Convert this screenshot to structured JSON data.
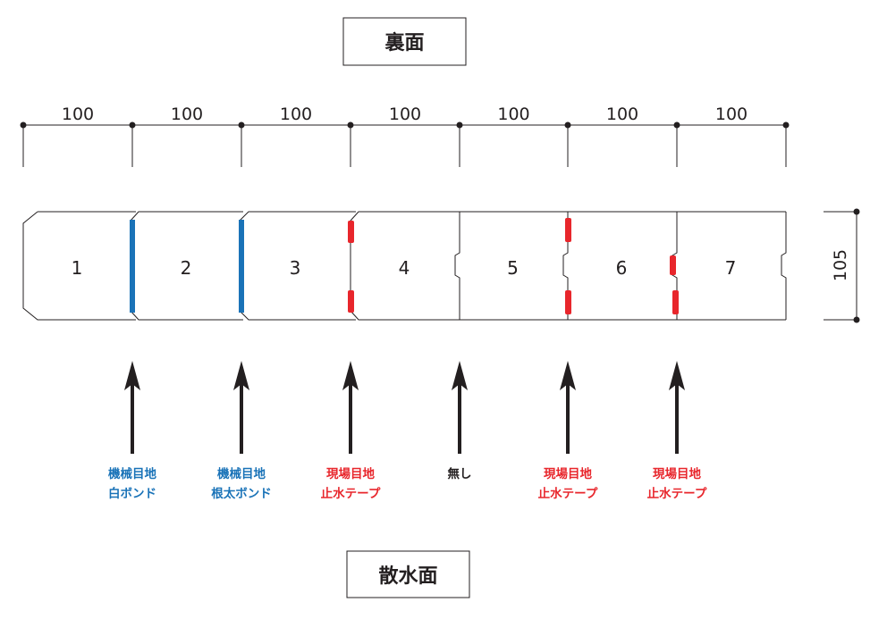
{
  "top_label": "裏面",
  "bottom_label": "散水面",
  "dimensions": [
    "100",
    "100",
    "100",
    "100",
    "100",
    "100",
    "100"
  ],
  "thickness": "105",
  "panels": [
    "1",
    "2",
    "3",
    "4",
    "5",
    "6",
    "7"
  ],
  "joints": [
    {
      "line1": "機械目地",
      "line2": "白ボンド",
      "color": "#1a73b8",
      "type": "bond"
    },
    {
      "line1": "機械目地",
      "line2": "根太ボンド",
      "color": "#1a73b8",
      "type": "bond"
    },
    {
      "line1": "現場目地",
      "line2": "止水テープ",
      "color": "#e8262c",
      "type": "tape"
    },
    {
      "line1": "無し",
      "line2": "",
      "color": "#231f20",
      "type": "none"
    },
    {
      "line1": "現場目地",
      "line2": "止水テープ",
      "color": "#e8262c",
      "type": "tape"
    },
    {
      "line1": "現場目地",
      "line2": "止水テープ",
      "color": "#e8262c",
      "type": "tape"
    }
  ],
  "colors": {
    "line": "#231f20",
    "bond": "#1a73b8",
    "tape": "#e8262c"
  }
}
